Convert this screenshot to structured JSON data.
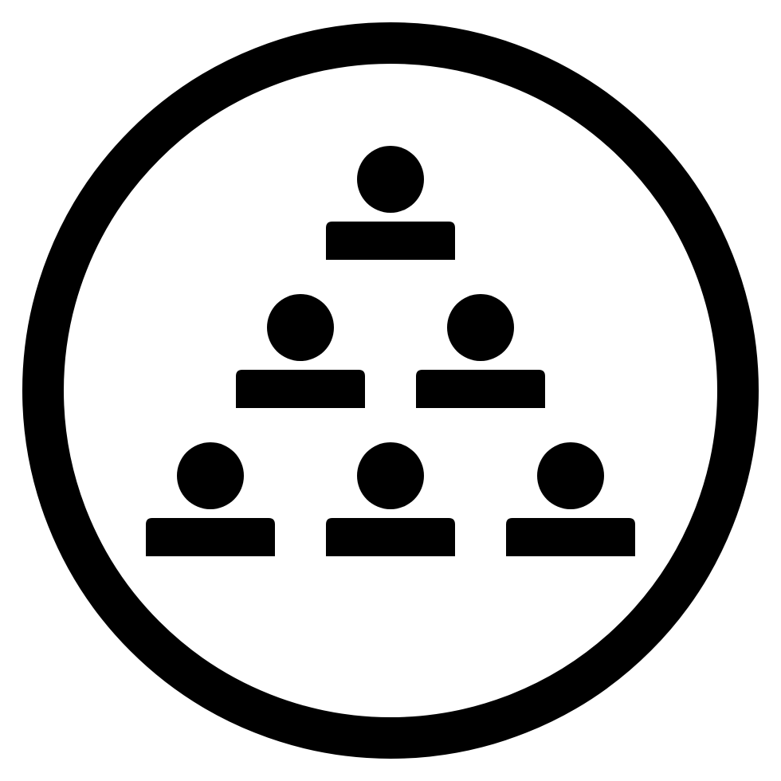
{
  "icon": {
    "name": "hierarchy-pyramid-icon",
    "fill_color": "#000000",
    "background_color": "#ffffff",
    "people_per_row": [
      1,
      2,
      3
    ]
  }
}
